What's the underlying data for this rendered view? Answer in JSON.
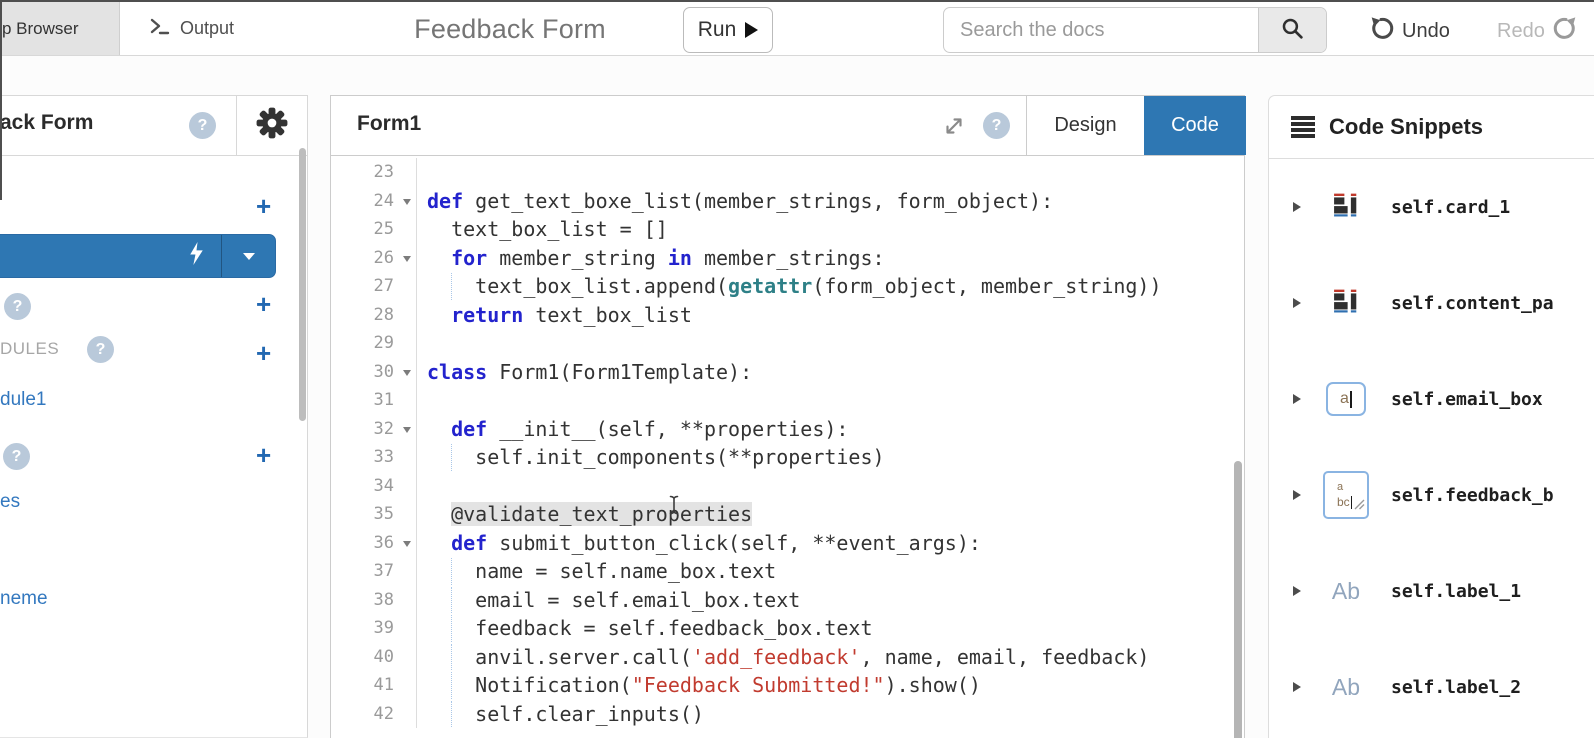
{
  "topbar": {
    "app_browser_tab": "p Browser",
    "output_tab": "Output",
    "title": "Feedback Form",
    "run_label": "Run",
    "search_placeholder": "Search the docs",
    "undo_label": "Undo",
    "redo_label": "Redo"
  },
  "sidebar": {
    "title": "ack Form",
    "modules_label": "DULES",
    "links": [
      {
        "label": "dule1"
      },
      {
        "label": "es"
      },
      {
        "label": "neme"
      }
    ]
  },
  "editor": {
    "title": "Form1",
    "tabs": [
      {
        "label": "Design",
        "active": false
      },
      {
        "label": "Code",
        "active": true
      }
    ],
    "lines": [
      {
        "no": 23,
        "segs": []
      },
      {
        "no": 24,
        "fold": true,
        "segs": [
          {
            "c": "kw",
            "t": "def"
          },
          {
            "c": "p",
            "t": " get_text_boxe_list(member_strings, form_object):"
          }
        ]
      },
      {
        "no": 25,
        "segs": [
          {
            "c": "p",
            "t": "  text_box_list = []"
          }
        ]
      },
      {
        "no": 26,
        "fold": true,
        "segs": [
          {
            "c": "p",
            "t": "  "
          },
          {
            "c": "kw",
            "t": "for"
          },
          {
            "c": "p",
            "t": " member_string "
          },
          {
            "c": "kw",
            "t": "in"
          },
          {
            "c": "p",
            "t": " member_strings:"
          }
        ]
      },
      {
        "no": 27,
        "guide": true,
        "segs": [
          {
            "c": "p",
            "t": "    text_box_list.append("
          },
          {
            "c": "bi",
            "t": "getattr"
          },
          {
            "c": "p",
            "t": "(form_object, member_string))"
          }
        ]
      },
      {
        "no": 28,
        "segs": [
          {
            "c": "p",
            "t": "  "
          },
          {
            "c": "kw",
            "t": "return"
          },
          {
            "c": "p",
            "t": " text_box_list"
          }
        ]
      },
      {
        "no": 29,
        "segs": []
      },
      {
        "no": 30,
        "fold": true,
        "segs": [
          {
            "c": "kw",
            "t": "class"
          },
          {
            "c": "p",
            "t": " Form1(Form1Template):"
          }
        ]
      },
      {
        "no": 31,
        "segs": []
      },
      {
        "no": 32,
        "fold": true,
        "segs": [
          {
            "c": "p",
            "t": "  "
          },
          {
            "c": "kw",
            "t": "def"
          },
          {
            "c": "p",
            "t": " __init__(self, **properties):"
          }
        ]
      },
      {
        "no": 33,
        "guide": true,
        "segs": [
          {
            "c": "p",
            "t": "    self.init_components(**properties)"
          }
        ]
      },
      {
        "no": 34,
        "segs": []
      },
      {
        "no": 35,
        "segs": [
          {
            "c": "p",
            "t": "  "
          },
          {
            "c": "hl",
            "t": "@validate_text_properties"
          }
        ]
      },
      {
        "no": 36,
        "fold": true,
        "segs": [
          {
            "c": "p",
            "t": "  "
          },
          {
            "c": "kw",
            "t": "def"
          },
          {
            "c": "p",
            "t": " submit_button_click(self, **event_args):"
          }
        ]
      },
      {
        "no": 37,
        "guide": true,
        "segs": [
          {
            "c": "p",
            "t": "    name = self.name_box.text"
          }
        ]
      },
      {
        "no": 38,
        "guide": true,
        "segs": [
          {
            "c": "p",
            "t": "    email = self.email_box.text"
          }
        ]
      },
      {
        "no": 39,
        "guide": true,
        "segs": [
          {
            "c": "p",
            "t": "    feedback = self.feedback_box.text"
          }
        ]
      },
      {
        "no": 40,
        "guide": true,
        "segs": [
          {
            "c": "p",
            "t": "    anvil.server.call("
          },
          {
            "c": "str",
            "t": "'add_feedback'"
          },
          {
            "c": "p",
            "t": ", name, email, feedback)"
          }
        ]
      },
      {
        "no": 41,
        "guide": true,
        "segs": [
          {
            "c": "p",
            "t": "    Notification("
          },
          {
            "c": "str",
            "t": "\"Feedback Submitted!\""
          },
          {
            "c": "p",
            "t": ").show()"
          }
        ]
      },
      {
        "no": 42,
        "guide": true,
        "segs": [
          {
            "c": "p",
            "t": "    self.clear_inputs()"
          }
        ]
      }
    ]
  },
  "snippets": {
    "title": "Code Snippets",
    "items": [
      {
        "icon": "column-panel",
        "label": "self.card_1"
      },
      {
        "icon": "column-panel",
        "label": "self.content_pa"
      },
      {
        "icon": "text-box",
        "label": "self.email_box"
      },
      {
        "icon": "text-area",
        "label": "self.feedback_b"
      },
      {
        "icon": "label",
        "label": "self.label_1"
      },
      {
        "icon": "label",
        "label": "self.label_2"
      }
    ]
  },
  "icons": {
    "help_glyph": "?",
    "plus_glyph": "+",
    "textbox_letter": "a",
    "textarea_line1": "a",
    "textarea_line2": "bc",
    "label_glyph": "Ab"
  },
  "colors": {
    "accent_blue": "#2e77b3",
    "link_blue": "#3378bf",
    "keyword_blue": "#2323cd",
    "builtin_teal": "#2e8087",
    "string_red": "#c13b2f",
    "highlight_gray": "#e3e3e3"
  }
}
